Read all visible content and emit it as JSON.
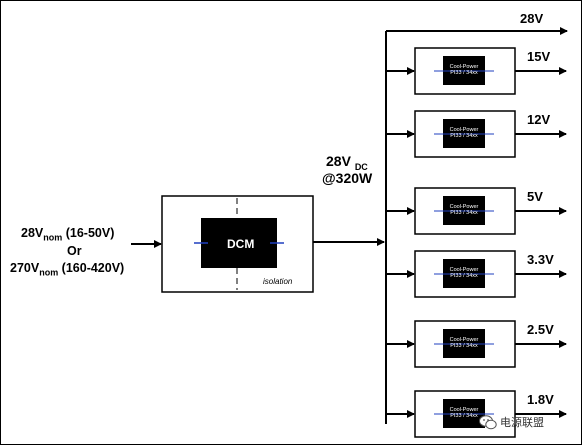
{
  "input": {
    "line1": {
      "value": "28V",
      "sub": "nom",
      "range": " (16-50V)"
    },
    "or": "Or",
    "line2": {
      "value": "270V",
      "sub": "nom",
      "range": " (160-420V)"
    }
  },
  "dcm": {
    "label": "DCM",
    "isolation": "isolation"
  },
  "bus": {
    "line1": "28V",
    "line1_sub": "DC",
    "line2": "@320W"
  },
  "top_output": "28V",
  "modules": [
    {
      "line1": "Cool-Power",
      "line2": "PI33 / 34xx",
      "output": "15V"
    },
    {
      "line1": "Cool-Power",
      "line2": "PI33 / 34xx",
      "output": "12V"
    },
    {
      "line1": "Cool-Power",
      "line2": "PI33 / 34xx",
      "output": "5V"
    },
    {
      "line1": "Cool-Power",
      "line2": "PI33 / 34xx",
      "output": "3.3V"
    },
    {
      "line1": "Cool-Power",
      "line2": "PI33 / 34xx",
      "output": "2.5V"
    },
    {
      "line1": "Cool-Power",
      "line2": "PI33 / 34xx",
      "output": "1.8V"
    }
  ],
  "watermark": {
    "icon": "wechat-icon",
    "text": "电源联盟"
  },
  "colors": {
    "line": "#000000",
    "block": "#000000",
    "accent": "#1f3fbf"
  }
}
